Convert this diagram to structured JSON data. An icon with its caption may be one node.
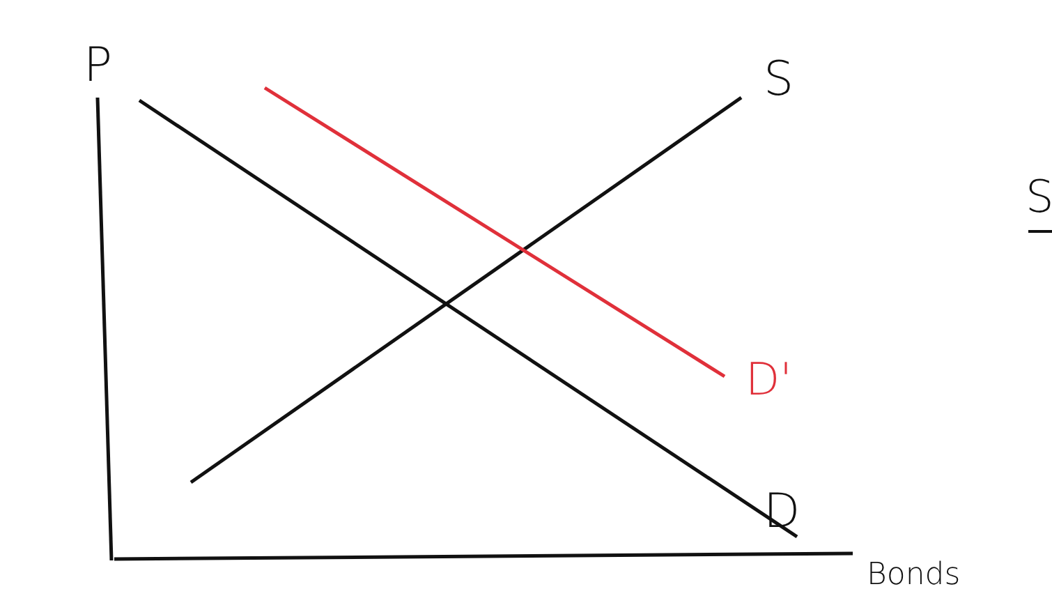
{
  "diagram": {
    "labels": [
      "P",
      "S",
      "D'",
      "D",
      "Bonds",
      "S"
    ]
  }
}
